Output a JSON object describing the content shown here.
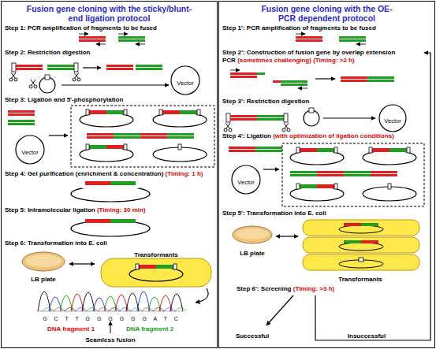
{
  "diagram": {
    "nodes": [
      {
        "text": [
          "Fusion gene cloning with the sticky/blunt-end ligation protocol"
        ]
      },
      {
        "text": [
          "Fusion gene cloning with the OE-PCR dependent protocol"
        ]
      }
    ],
    "labels": [
      "Step 1: PCR amplification of fragments to be fused",
      "Step 2: Restriction digestion",
      "Vector",
      "Step 3: Ligation and 5'-phosphorylation",
      "Vector",
      "Step 4: Gel purification (enrichment & concentration)",
      "(Timing: 1 h)",
      "Step 5: Intramolecular ligation",
      "(Timing: 30 min)",
      "Step 6: Transformation into E. coli",
      "LB plate",
      "Transformants",
      "G C T T G G G G G G A T C",
      "DNA fragment 1",
      "DNA fragment 2",
      "Seamless fusion",
      "Step 1': PCR amplification of fragments to be fused",
      "Step 2': Construction of fusion gene by overlap extension PCR",
      "(sometimes challenging)",
      "(Timing: >2 h)",
      "Step 3': Restriction digestion",
      "Vector",
      "Step 4': Ligation",
      "(with optimization of ligation conditions)",
      "Vector",
      "Step 5': Transformation into E. coli",
      "LB plate",
      "Transformants",
      "Step 6': Screening",
      "(Timing: >3 h)",
      "Successful",
      "Insuccessful"
    ]
  }
}
